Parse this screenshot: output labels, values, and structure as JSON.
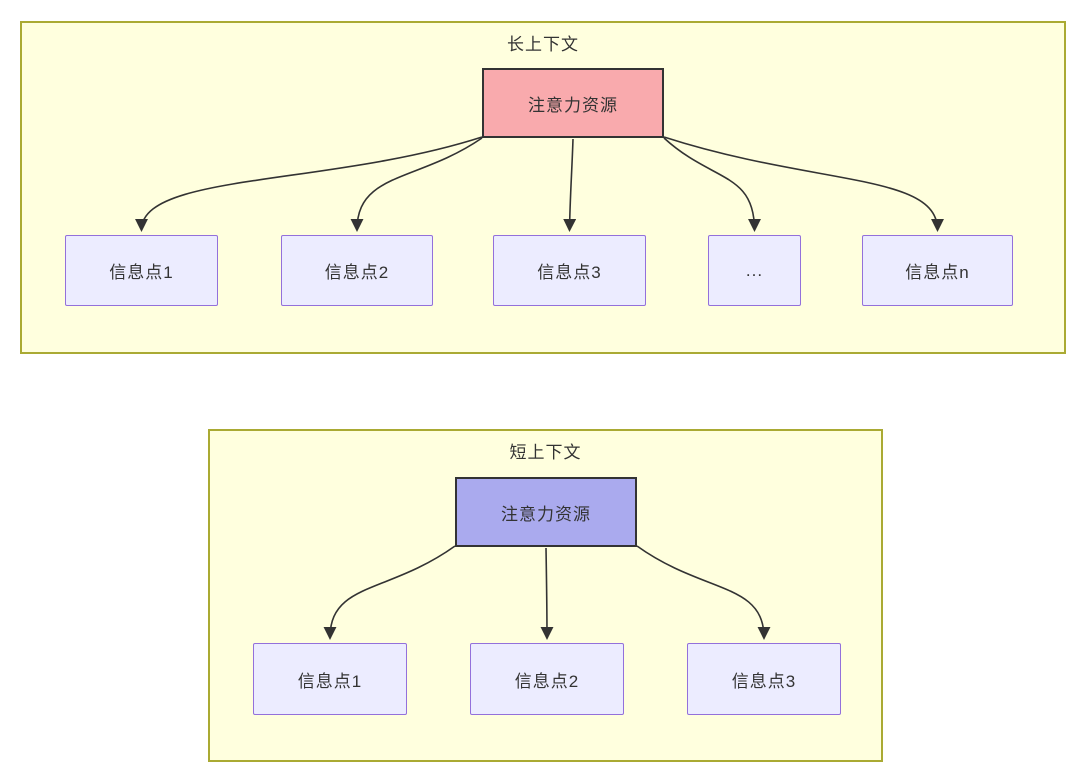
{
  "diagram": {
    "long_context": {
      "title": "长上下文",
      "attention_label": "注意力资源",
      "items": [
        "信息点1",
        "信息点2",
        "信息点3",
        "...",
        "信息点n"
      ]
    },
    "short_context": {
      "title": "短上下文",
      "attention_label": "注意力资源",
      "items": [
        "信息点1",
        "信息点2",
        "信息点3"
      ]
    },
    "colors": {
      "container_fill": "#ffffde",
      "container_border": "#aaaa33",
      "attention_long_fill": "#f9aaad",
      "attention_short_fill": "#aaaaee",
      "attention_border": "#333333",
      "item_fill": "#ececff",
      "item_border": "#9370db",
      "arrow": "#333333",
      "text": "#333333"
    }
  }
}
